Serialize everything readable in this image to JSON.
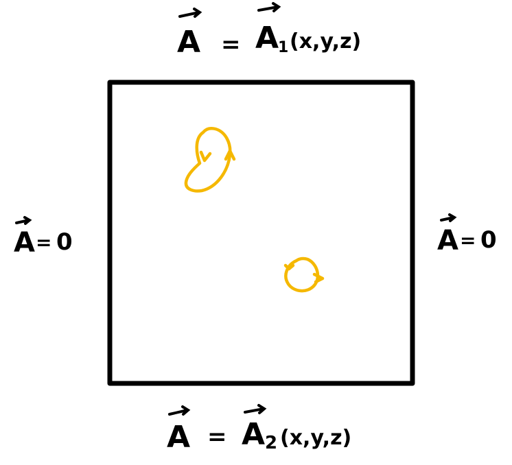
{
  "boundary_labels": {
    "top": {
      "symbol": "A",
      "eq": "=",
      "rhs_symbol": "A",
      "subscript": "1",
      "args": "(x,y,z)"
    },
    "bottom": {
      "symbol": "A",
      "eq": "=",
      "rhs_symbol": "A",
      "subscript": "2",
      "args": "(x,y,z)"
    },
    "left": {
      "symbol": "A",
      "eq": "=",
      "rhs": "0"
    },
    "right": {
      "symbol": "A",
      "eq": "=",
      "rhs": "0"
    }
  },
  "colors": {
    "ink": "#000000",
    "loop": "#f5b800",
    "background": "#ffffff"
  }
}
